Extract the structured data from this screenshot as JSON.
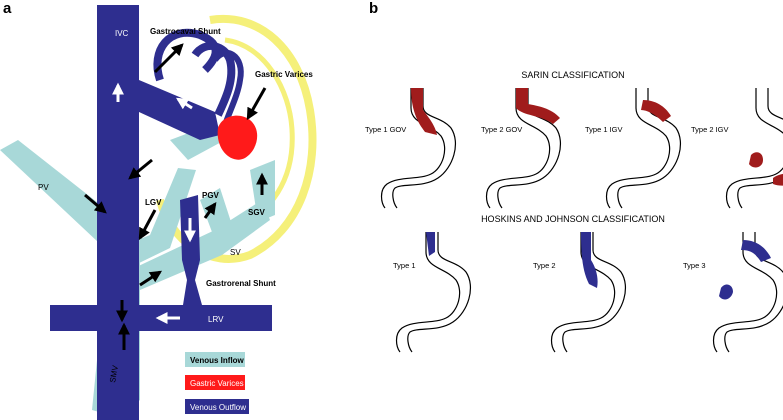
{
  "panel_a": {
    "letter": "a",
    "labels": {
      "ivc": "IVC",
      "gastrocaval_shunt": "Gastrocaval Shunt",
      "gastric_varices": "Gastric Varices",
      "pv": "PV",
      "lgv": "LGV",
      "pgv": "PGV",
      "sgv": "SGV",
      "sv": "SV",
      "gastrorenal_shunt": "Gastrorenal Shunt",
      "lrv": "LRV",
      "smv": "SMV"
    },
    "legend": {
      "venous_inflow": "Venous Inflow",
      "gastric_varices": "Gastric Varices",
      "venous_outflow": "Venous Outflow"
    },
    "colors": {
      "venous_inflow": "#a8d8d8",
      "venous_outflow": "#2e2e8f",
      "gastric_varices": "#ff1a1a",
      "stomach_outline": "#f5f07a"
    }
  },
  "panel_b": {
    "letter": "b",
    "sarin": {
      "title": "SARIN CLASSIFICATION",
      "types": [
        "Type 1 GOV",
        "Type 2 GOV",
        "Type 1 IGV",
        "Type 2 IGV"
      ]
    },
    "hoskins": {
      "title": "HOSKINS AND JOHNSON CLASSIFICATION",
      "types": [
        "Type 1",
        "Type  2",
        "Type 3"
      ]
    },
    "colors": {
      "sarin_varix": "#a01c1c",
      "hoskins_varix": "#2e2e8f"
    }
  }
}
